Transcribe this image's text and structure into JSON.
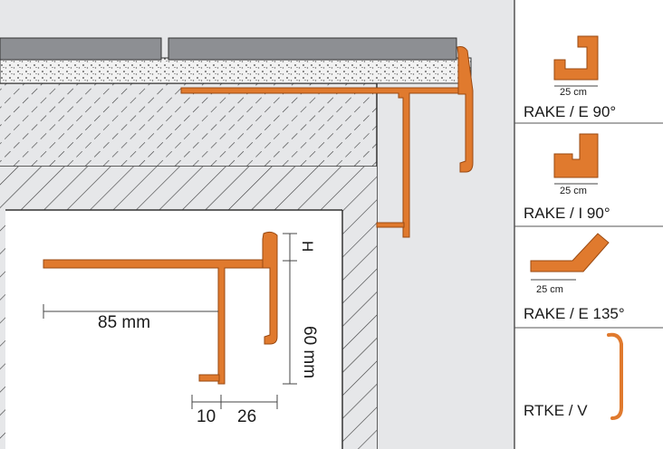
{
  "colors": {
    "profile": "#e07a2e",
    "profile_stroke": "#9a4a12",
    "wall_bg": "#e6e7e9",
    "hatch": "#3a3a3a",
    "tile": "#8d8f93",
    "panel_border": "#555555"
  },
  "dimensions": {
    "width_label": "85 mm",
    "height_label": "60 mm",
    "h_label": "H",
    "base_label": "10",
    "return_label": "26"
  },
  "variants": [
    {
      "label": "RAKE / E 90°",
      "size": "25 cm",
      "icon": "outside-corner-90-icon"
    },
    {
      "label": "RAKE / I 90°",
      "size": "25 cm",
      "icon": "inside-corner-90-icon"
    },
    {
      "label": "RAKE / E 135°",
      "size": "25 cm",
      "icon": "outside-corner-135-icon"
    },
    {
      "label": "RTKE / V",
      "icon": "connector-icon"
    }
  ]
}
